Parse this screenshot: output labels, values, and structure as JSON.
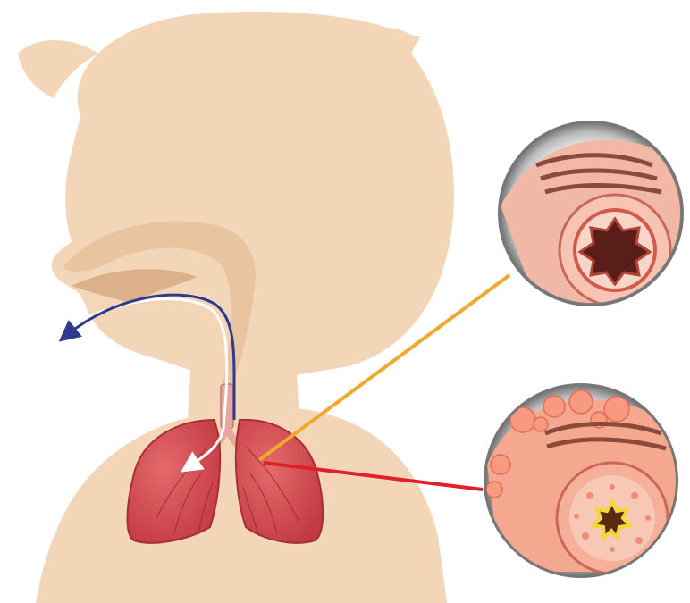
{
  "figure": {
    "subject": "child-respiratory-system",
    "parts": [
      "child-silhouette",
      "airway-passage",
      "trachea",
      "lungs",
      "normal-airway-zoom",
      "inflamed-airway-zoom"
    ]
  },
  "colors": {
    "skin": "#f3d6b8",
    "skin_shadow": "#e8c4a0",
    "airway": "#d9a57c",
    "lung": "#d6474c",
    "lung_dark": "#a82e36",
    "inhale_arrow": "#ffffff",
    "exhale_arrow": "#2e3a8c",
    "normal_pointer": "#f0a830",
    "asthma_pointer": "#e0202a",
    "lens_bg": "#8a8a8a"
  }
}
